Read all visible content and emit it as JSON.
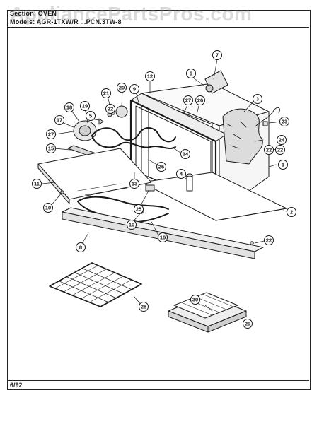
{
  "header": {
    "section_line": "Section: OVEN",
    "model_line": "Models: AGR-1TXW/R  ...PCN.3TW-8"
  },
  "watermark": "AppliancePartsPros.com",
  "footer": {
    "date": "6/92"
  },
  "callouts": [
    {
      "id": "c1",
      "label": "1"
    },
    {
      "id": "c2",
      "label": "2"
    },
    {
      "id": "c3",
      "label": "3"
    },
    {
      "id": "c4",
      "label": "4"
    },
    {
      "id": "c5",
      "label": "5"
    },
    {
      "id": "c6",
      "label": "6"
    },
    {
      "id": "c7",
      "label": "7"
    },
    {
      "id": "c8",
      "label": "8"
    },
    {
      "id": "c9",
      "label": "9"
    },
    {
      "id": "c10a",
      "label": "10"
    },
    {
      "id": "c10b",
      "label": "10"
    },
    {
      "id": "c11",
      "label": "11"
    },
    {
      "id": "c12",
      "label": "12"
    },
    {
      "id": "c13",
      "label": "13"
    },
    {
      "id": "c14",
      "label": "14"
    },
    {
      "id": "c15",
      "label": "15"
    },
    {
      "id": "c16",
      "label": "16"
    },
    {
      "id": "c17",
      "label": "17"
    },
    {
      "id": "c18",
      "label": "18"
    },
    {
      "id": "c19",
      "label": "19"
    },
    {
      "id": "c20",
      "label": "20"
    },
    {
      "id": "c21",
      "label": "21"
    },
    {
      "id": "c22a",
      "label": "22"
    },
    {
      "id": "c22b",
      "label": "22"
    },
    {
      "id": "c22c",
      "label": "22"
    },
    {
      "id": "c22d",
      "label": "22"
    },
    {
      "id": "c23",
      "label": "23"
    },
    {
      "id": "c24",
      "label": "24"
    },
    {
      "id": "c25a",
      "label": "25"
    },
    {
      "id": "c25b",
      "label": "25"
    },
    {
      "id": "c26",
      "label": "26"
    },
    {
      "id": "c27a",
      "label": "27"
    },
    {
      "id": "c27b",
      "label": "27"
    },
    {
      "id": "c28",
      "label": "28"
    },
    {
      "id": "c29",
      "label": "29"
    },
    {
      "id": "c30",
      "label": "30"
    }
  ]
}
